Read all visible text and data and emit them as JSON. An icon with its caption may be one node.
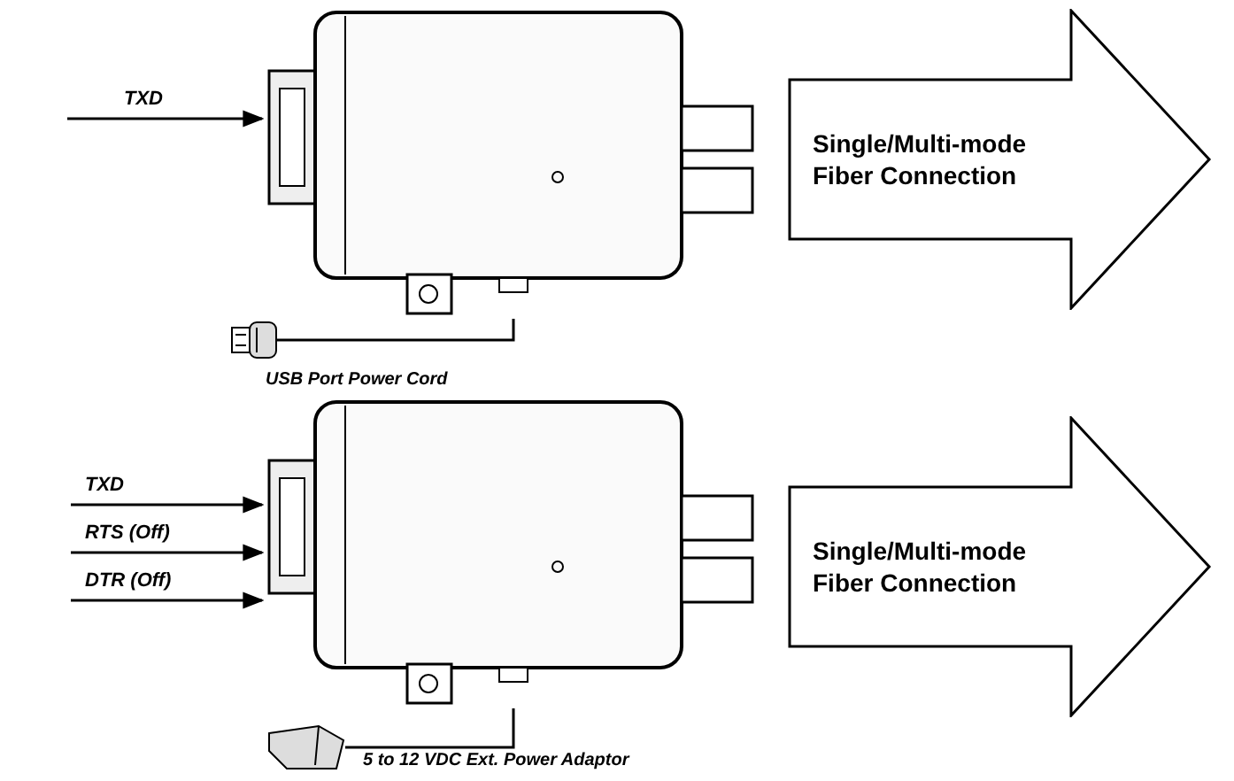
{
  "diagram": {
    "nodes": [
      {
        "text": [],
        "shape": "picture"
      },
      {
        "text": [
          "Single/Multi-mode Fiber Connection"
        ]
      },
      {
        "text": [],
        "shape": "picture",
        "beside": [
          "USB Port Power Cord"
        ]
      },
      {
        "text": [],
        "shape": "picture"
      },
      {
        "text": [
          "Single/Multi-mode Fiber Connection"
        ]
      },
      {
        "text": [],
        "shape": "picture",
        "beside": [
          "5 to 12 VDC Ext. Power Adaptor"
        ]
      }
    ],
    "edges": [
      {
        "from": null,
        "to": 0,
        "arrow": "to",
        "label": "TXD"
      },
      {
        "from": 2,
        "to": 0,
        "arrow": "none"
      },
      {
        "from": null,
        "to": 3,
        "arrow": "to",
        "label": "TXD"
      },
      {
        "from": null,
        "to": 3,
        "arrow": "to",
        "label": "RTS (Off)"
      },
      {
        "from": null,
        "to": 3,
        "arrow": "to",
        "label": "DTR (Off)"
      },
      {
        "from": 5,
        "to": 3,
        "arrow": "none"
      }
    ]
  }
}
